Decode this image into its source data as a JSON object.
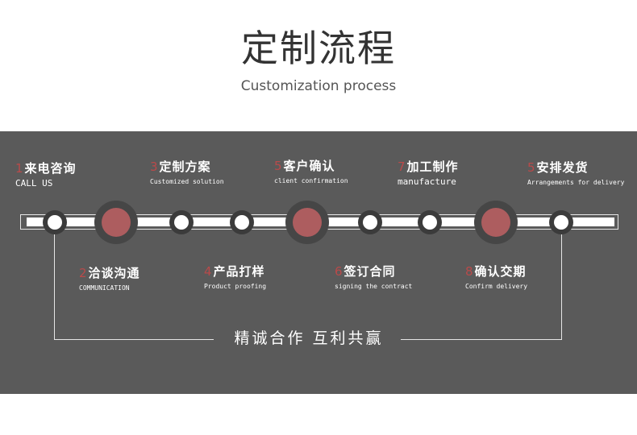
{
  "header": {
    "title": "定制流程",
    "subtitle": "Customization process"
  },
  "colors": {
    "panel": "#5a5a5a",
    "accent": "#ad5d5f",
    "number": "#b94a4a"
  },
  "steps": [
    {
      "num": "1",
      "cn": "来电咨询",
      "en": "CALL US"
    },
    {
      "num": "2",
      "cn": "洽谈沟通",
      "en": "COMMUNICATION"
    },
    {
      "num": "3",
      "cn": "定制方案",
      "en": "Customized solution"
    },
    {
      "num": "4",
      "cn": "产品打样",
      "en": "Product proofing"
    },
    {
      "num": "5",
      "cn": "客户确认",
      "en": "client confirmation"
    },
    {
      "num": "6",
      "cn": "签订合同",
      "en": "signing the contract"
    },
    {
      "num": "7",
      "cn": "加工制作",
      "en": "manufacture"
    },
    {
      "num": "8",
      "cn": "确认交期",
      "en": "Confirm delivery"
    },
    {
      "num": "5",
      "cn": "安排发货",
      "en": "Arrangements for delivery"
    }
  ],
  "slogan": "精诚合作 互利共赢"
}
